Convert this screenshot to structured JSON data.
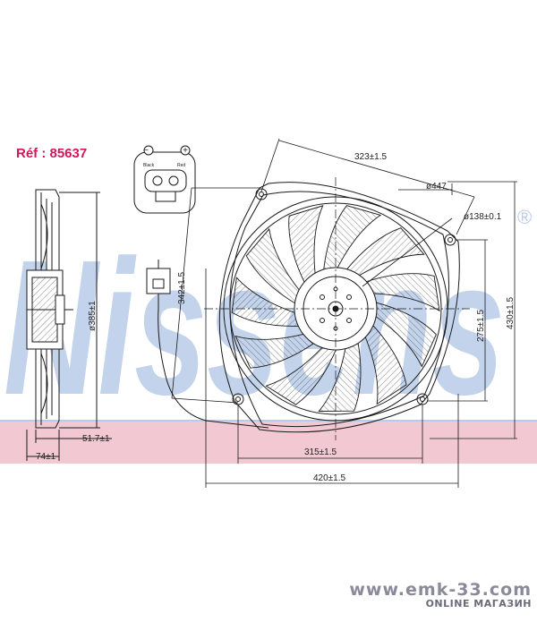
{
  "reference": "Réf : 85637",
  "watermark_brand": "Nissens",
  "registered_mark": "®",
  "connector": {
    "black": "Black",
    "red": "Red",
    "minus": "−",
    "plus": "+"
  },
  "dimensions": {
    "d385": "ø385±1",
    "d517": "51.7±1",
    "d74": "74±1",
    "d323": "323±1.5",
    "d447": "ø447",
    "d138": "ø138±0.1",
    "d342": "342±1.5",
    "d275": "275±1.5",
    "d430": "430±1.5",
    "d315": "315±1.5",
    "d420": "420±1.5"
  },
  "footer": {
    "url": "www.emk-33.com",
    "subtitle": "ONLINE МАГАЗИН"
  },
  "colors": {
    "reference": "#d6145a",
    "watermark_blue": "#b8cce8",
    "watermark_band": "#f2c9d2",
    "line": "#1a1a1a"
  }
}
